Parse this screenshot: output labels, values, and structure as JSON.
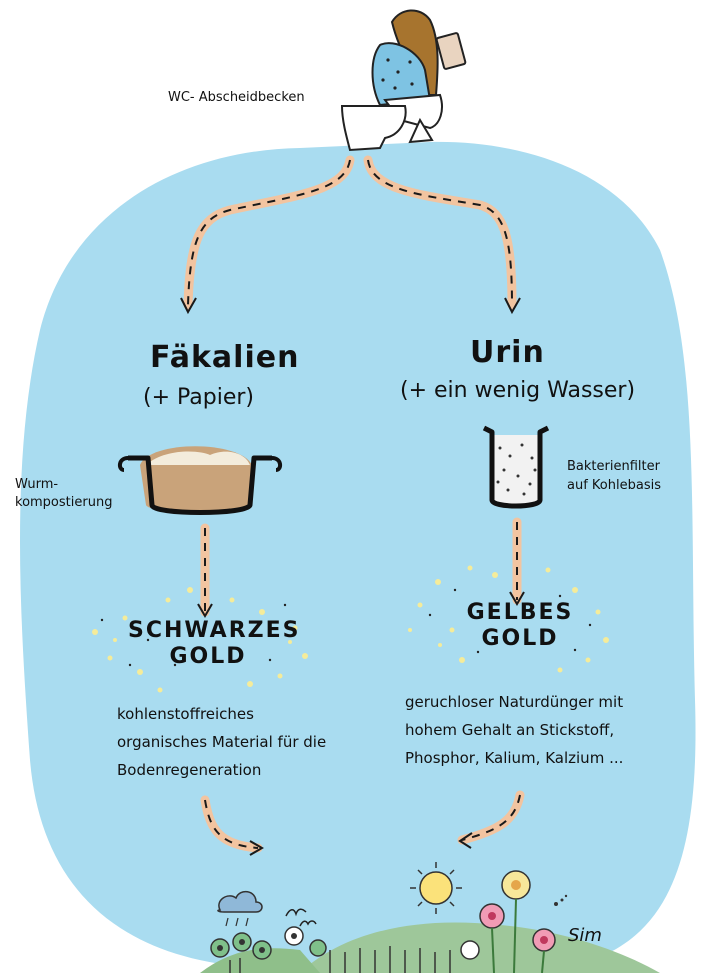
{
  "toilet_label": "WC- Abscheidbecken",
  "left": {
    "title": "Fäkalien",
    "subtitle": "(+ Papier)",
    "process_label_line1": "Wurm-",
    "process_label_line2": "kompostierung",
    "gold_line1": "SCHWARZES",
    "gold_line2": "GOLD",
    "description": "kohlenstoffreiches organisches Material für die Bodenregeneration"
  },
  "right": {
    "title": "Urin",
    "subtitle": "(+ ein wenig Wasser)",
    "process_label_line1": "Bakterienfilter",
    "process_label_line2": "auf Kohlebasis",
    "gold_line1": "GELBES",
    "gold_line2": "GOLD",
    "description": "geruchloser Naturdünger mit hohem Gehalt an Stickstoff, Phosphor, Kalium, Kalzium ..."
  },
  "signature": "Sim",
  "colors": {
    "background_blob": "#a9dcf0",
    "arrow_fill": "#f2c4a0",
    "arrow_dash": "#1a1a1a",
    "gold_dots": "#f5ec9a",
    "sun": "#fbe27a",
    "hill": "#9ec79a"
  }
}
